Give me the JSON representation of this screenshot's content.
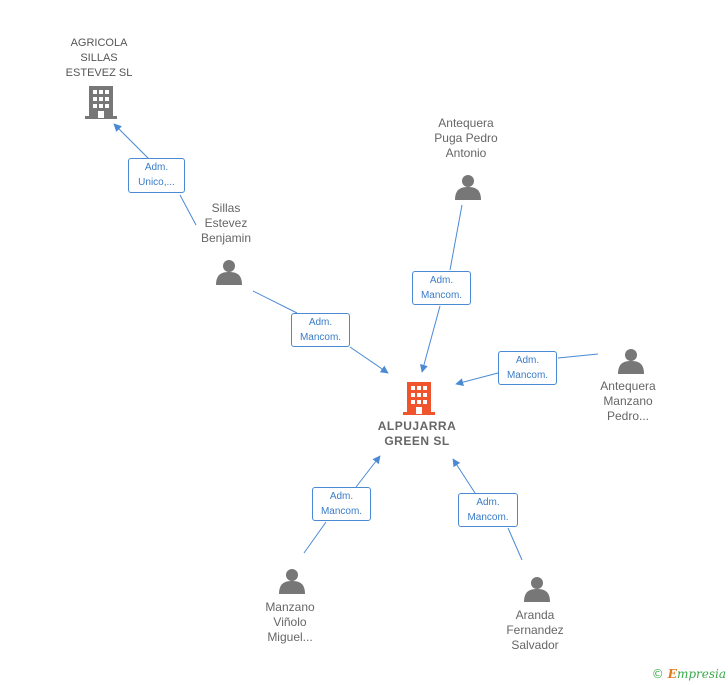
{
  "colors": {
    "edge": "#4a8ad4",
    "person": "#777777",
    "company_main": "#f0542c",
    "company_other": "#777777",
    "footer": "#3aaa4a"
  },
  "nodes": {
    "agricola": {
      "name": "AGRICOLA SILLAS ESTEVEZ SL",
      "lines": [
        "AGRICOLA",
        "SILLAS",
        "ESTEVEZ  SL"
      ],
      "icon": "building-icon"
    },
    "sillas": {
      "name": "Sillas Estevez Benjamin",
      "lines": [
        "Sillas",
        "Estevez",
        "Benjamin"
      ],
      "icon": "person-icon"
    },
    "puga": {
      "name": "Antequera Puga Pedro Antonio",
      "lines": [
        "Antequera",
        "Puga Pedro",
        "Antonio"
      ],
      "icon": "person-icon"
    },
    "manzano_pedro": {
      "name": "Antequera Manzano Pedro...",
      "lines": [
        "Antequera",
        "Manzano",
        "Pedro..."
      ],
      "icon": "person-icon"
    },
    "alpujarra": {
      "name": "ALPUJARRA GREEN SL",
      "lines": [
        "ALPUJARRA",
        "GREEN  SL"
      ],
      "icon": "building-icon"
    },
    "vinolo": {
      "name": "Manzano Viñolo Miguel...",
      "lines": [
        "Manzano",
        "Viñolo",
        "Miguel..."
      ],
      "icon": "person-icon"
    },
    "aranda": {
      "name": "Aranda Fernandez Salvador",
      "lines": [
        "Aranda",
        "Fernandez",
        "Salvador"
      ],
      "icon": "person-icon"
    }
  },
  "edges": {
    "sillas_agricola": {
      "lines": [
        "Adm.",
        "Unico,..."
      ]
    },
    "sillas_alpujarra": {
      "lines": [
        "Adm.",
        "Mancom."
      ]
    },
    "puga_alpujarra": {
      "lines": [
        "Adm.",
        "Mancom."
      ]
    },
    "manzano_alpujarra": {
      "lines": [
        "Adm.",
        "Mancom."
      ]
    },
    "vinolo_alpujarra": {
      "lines": [
        "Adm.",
        "Mancom."
      ]
    },
    "aranda_alpujarra": {
      "lines": [
        "Adm.",
        "Mancom."
      ]
    }
  },
  "footer": {
    "copyright": "©",
    "brand_initial": "E",
    "brand_rest": "mpresia"
  }
}
